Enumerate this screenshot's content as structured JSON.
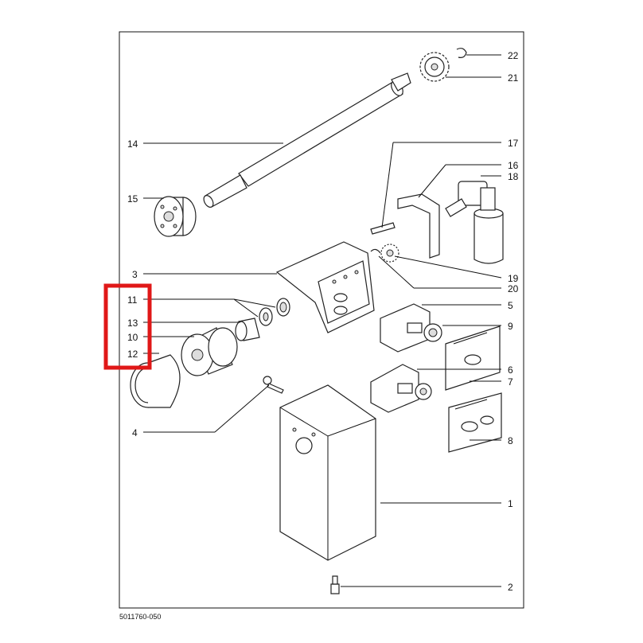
{
  "diagram": {
    "callouts": {
      "c22": "22",
      "c21": "21",
      "c14": "14",
      "c17": "17",
      "c16": "16",
      "c18": "18",
      "c15": "15",
      "c19": "19",
      "c3": "3",
      "c20": "20",
      "c11": "11",
      "c5": "5",
      "c13": "13",
      "c9": "9",
      "c10": "10",
      "c12": "12",
      "c6": "6",
      "c7": "7",
      "c4": "4",
      "c8": "8",
      "c1": "1",
      "c2": "2"
    },
    "drawing_number": "5011760-050",
    "highlight_color": "#e01818"
  }
}
